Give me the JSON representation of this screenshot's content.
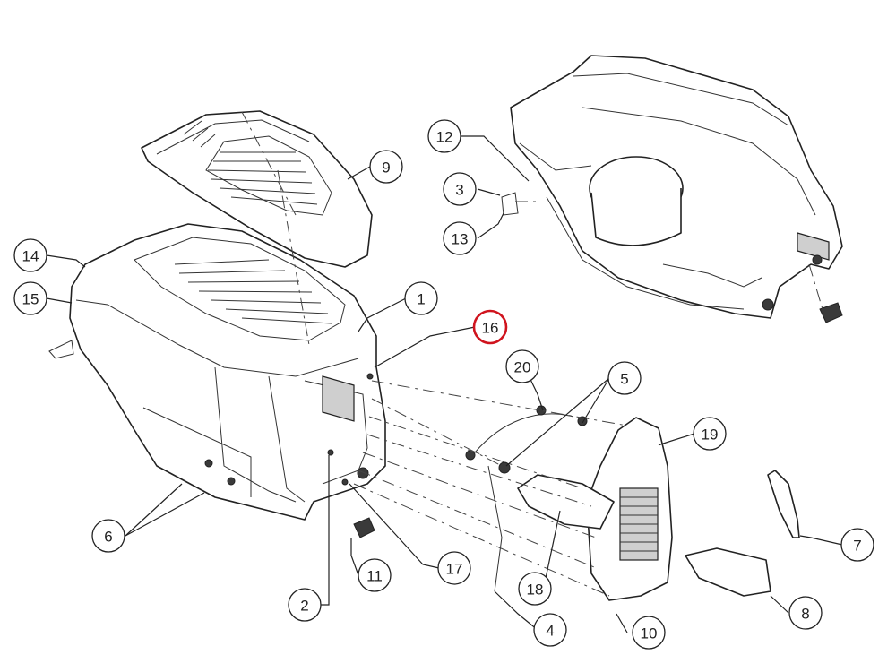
{
  "diagram": {
    "type": "exploded-parts-diagram",
    "highlight_color": "#d0141e",
    "callouts": [
      {
        "id": "1",
        "label": "1",
        "highlighted": false
      },
      {
        "id": "2",
        "label": "2",
        "highlighted": false
      },
      {
        "id": "3",
        "label": "3",
        "highlighted": false
      },
      {
        "id": "4",
        "label": "4",
        "highlighted": false
      },
      {
        "id": "5",
        "label": "5",
        "highlighted": false
      },
      {
        "id": "6",
        "label": "6",
        "highlighted": false
      },
      {
        "id": "7",
        "label": "7",
        "highlighted": false
      },
      {
        "id": "8",
        "label": "8",
        "highlighted": false
      },
      {
        "id": "9",
        "label": "9",
        "highlighted": false
      },
      {
        "id": "10",
        "label": "10",
        "highlighted": false
      },
      {
        "id": "11",
        "label": "11",
        "highlighted": false
      },
      {
        "id": "12",
        "label": "12",
        "highlighted": false
      },
      {
        "id": "13",
        "label": "13",
        "highlighted": false
      },
      {
        "id": "14",
        "label": "14",
        "highlighted": false
      },
      {
        "id": "15",
        "label": "15",
        "highlighted": false
      },
      {
        "id": "16",
        "label": "16",
        "highlighted": true
      },
      {
        "id": "17",
        "label": "17",
        "highlighted": false
      },
      {
        "id": "18",
        "label": "18",
        "highlighted": false
      },
      {
        "id": "19",
        "label": "19",
        "highlighted": false
      },
      {
        "id": "20",
        "label": "20",
        "highlighted": false
      }
    ]
  }
}
